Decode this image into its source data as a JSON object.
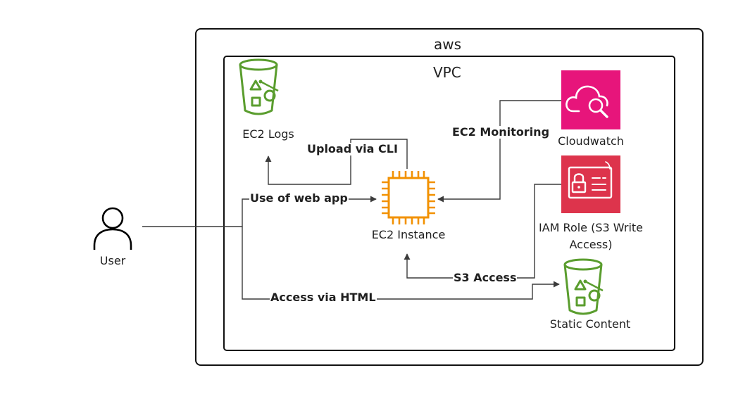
{
  "containers": {
    "aws": "aws",
    "vpc": "VPC"
  },
  "nodes": {
    "user": {
      "label": "User",
      "icon": "user-icon"
    },
    "ec2_logs": {
      "label": "EC2 Logs",
      "icon": "s3-bucket-icon",
      "color": "#5a9d2e"
    },
    "ec2_instance": {
      "label": "EC2 Instance",
      "icon": "ec2-chip-icon",
      "color": "#f29100"
    },
    "cloudwatch": {
      "label": "Cloudwatch",
      "icon": "cloudwatch-icon",
      "color": "#e7157b"
    },
    "iam_role": {
      "label_line1": "IAM Role (S3 Write",
      "label_line2": "Access)",
      "icon": "iam-badge-icon",
      "color": "#dd344c"
    },
    "static_content": {
      "label": "Static Content",
      "icon": "s3-bucket-icon",
      "color": "#5a9d2e"
    }
  },
  "edges": {
    "upload": "Upload via CLI",
    "monitoring": "EC2 Monitoring",
    "web_app": "Use of web app",
    "s3_access": "S3 Access",
    "html": "Access via HTML"
  }
}
